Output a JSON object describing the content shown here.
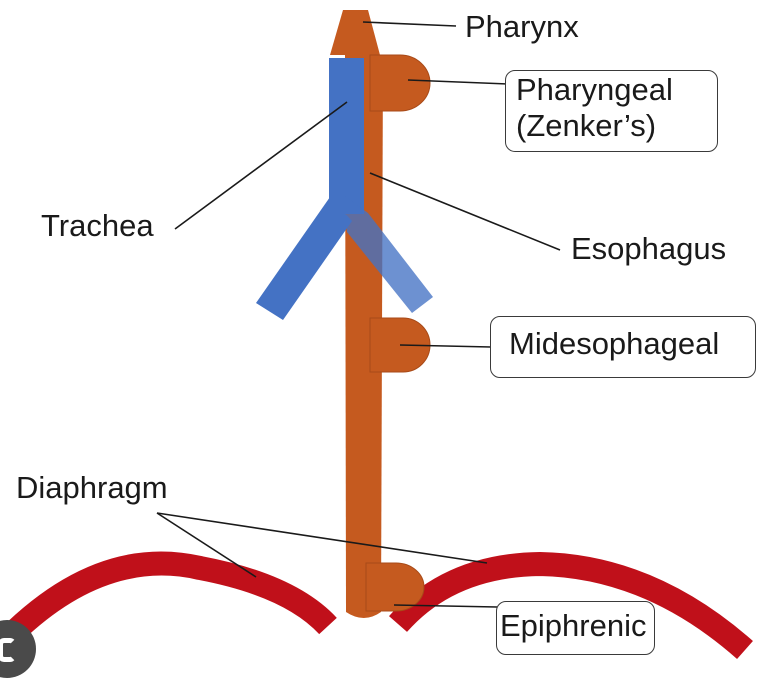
{
  "labels": {
    "pharynx": "Pharynx",
    "pharyngeal_line1": "Pharyngeal",
    "pharyngeal_line2": "(Zenker’s)",
    "trachea": "Trachea",
    "esophagus": "Esophagus",
    "midesophageal": "Midesophageal",
    "diaphragm": "Diaphragm",
    "epiphrenic": "Epiphrenic"
  },
  "colors": {
    "esophagus": "#c55a1f",
    "trachea": "#4472c4",
    "diaphragm": "#c0101a",
    "leader": "#1a1a1a",
    "badge": "#4a4a4a"
  }
}
